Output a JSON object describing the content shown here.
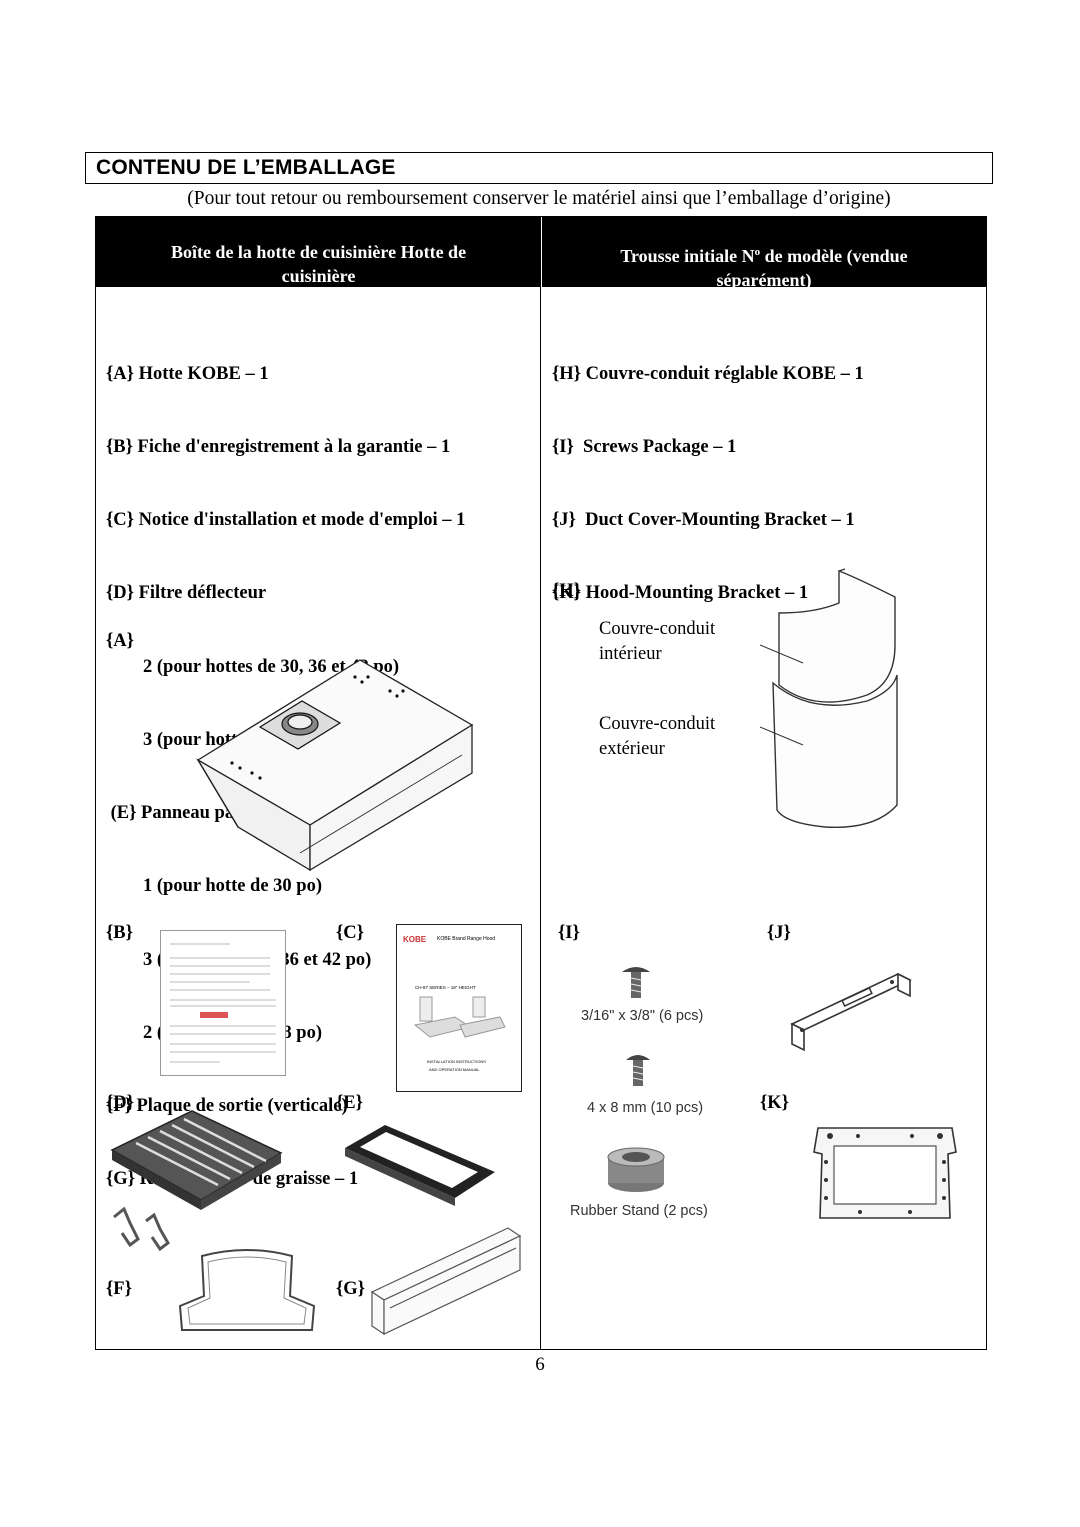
{
  "title": "CONTENU DE L’EMBALLAGE",
  "subtitle": "(Pour tout retour ou remboursement conserver le matériel ainsi que l’emballage d’origine)",
  "columns": {
    "left_header_line1": "Boîte de la hotte de cuisinière Hotte de",
    "left_header_line2": "cuisinière",
    "right_header_line1": "Trousse initiale N",
    "right_header_sup": "o",
    "right_header_line1b": " de modèle (vendue",
    "right_header_line2": "séparément)"
  },
  "left_items": [
    "{A} Hotte KOBE – 1",
    "{B} Fiche d'enregistrement à la garantie – 1",
    "{C} Notice d'installation et mode d'emploi – 1",
    "{D} Filtre déflecteur",
    "        2 (pour hottes de 30, 36 et 42 po)",
    "        3 (pour hotte de 48 po)",
    " (E} Panneau pare-éclaboussures",
    "        1 (pour hotte de 30 po)",
    "        3 (pour hottes de 36 et 42 po)",
    "        2 (pour hotte de 48 po)",
    "{F} Plaque de sortie (verticale)",
    "{G} Récupérateur de graisse – 1"
  ],
  "right_items": [
    "{H} Couvre-conduit réglable KOBE – 1",
    "{I}  Screws Package – 1",
    "{J}  Duct Cover-Mounting Bracket – 1",
    "{K} Hood-Mounting Bracket – 1"
  ],
  "figure_labels": {
    "A": "{A}",
    "B": "{B}",
    "C": "{C}",
    "D": "{D}",
    "E": "{E}",
    "F": "{F}",
    "G": "{G}",
    "H": "{H}",
    "I": "{I}",
    "J": "{J}",
    "K": "{K}"
  },
  "duct_captions": {
    "inner_line1": "Couvre-conduit",
    "inner_line2": "intérieur",
    "outer_line1": "Couvre-conduit",
    "outer_line2": "extérieur"
  },
  "screws_captions": {
    "screw1": "3/16\" x 3/8\" (6 pcs)",
    "screw2": "4 x 8 mm (10 pcs)",
    "rubber": "Rubber Stand (2 pcs)"
  },
  "manual_cover": {
    "brand": "KOBE",
    "title": "KOBE Brand Range Hood",
    "series": "CH-87 SERIES – 18\" HEIGHT",
    "footer1": "INSTALLATION INSTRUCTIONS",
    "footer2": "AND OPERATION MANUAL"
  },
  "page_number": "6"
}
